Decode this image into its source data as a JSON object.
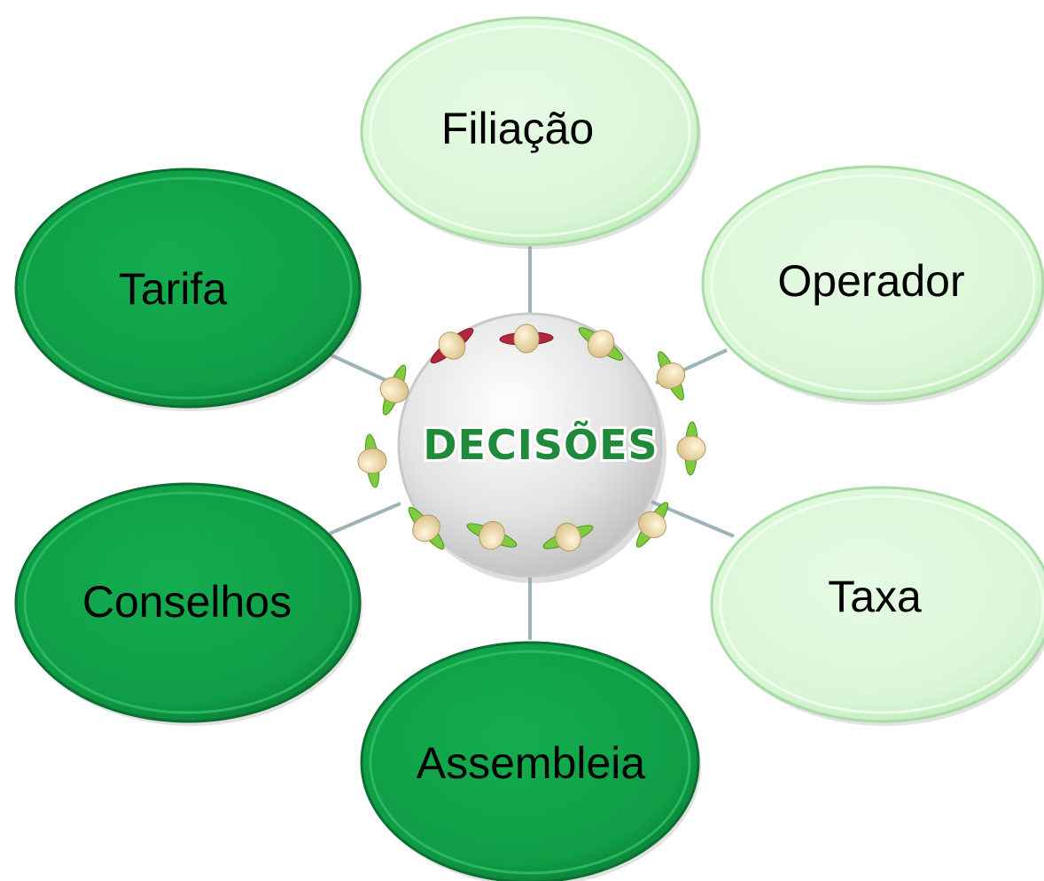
{
  "center": {
    "label": "DECISÕES"
  },
  "nodes": [
    {
      "id": "filiacao",
      "label": "Filiação",
      "variant": "light"
    },
    {
      "id": "operador",
      "label": "Operador",
      "variant": "light"
    },
    {
      "id": "taxa",
      "label": "Taxa",
      "variant": "light"
    },
    {
      "id": "assembleia",
      "label": "Assembleia",
      "variant": "dark"
    },
    {
      "id": "conselhos",
      "label": "Conselhos",
      "variant": "dark"
    },
    {
      "id": "tarifa",
      "label": "Tarifa",
      "variant": "dark"
    }
  ],
  "colors": {
    "dark_fill": "#10a24a",
    "dark_edge": "#0b6e32",
    "light_fill": "#dff8dc",
    "light_edge": "#a8dca4",
    "connector": "#9db3b7",
    "center_text": "#1f8a3a",
    "seed_green": "#7ecb3e",
    "seed_red": "#b0283a",
    "seed_body": "#efdcb1"
  }
}
